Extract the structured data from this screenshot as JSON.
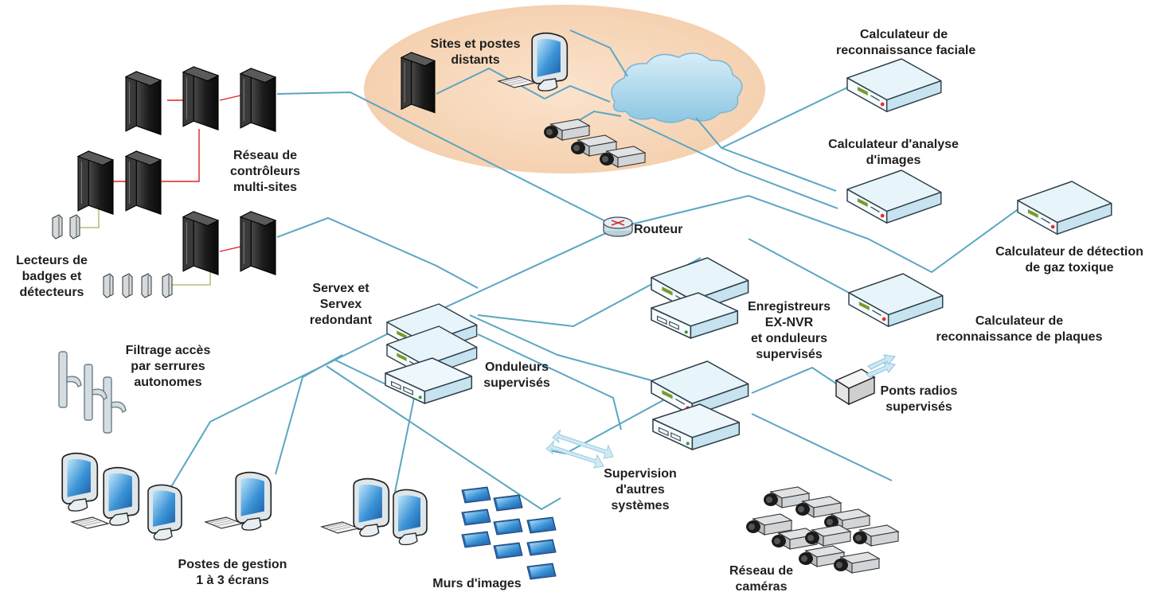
{
  "labels": {
    "remote_sites": [
      "Sites et postes",
      "distants"
    ],
    "face_calc": [
      "Calculateur de",
      "reconnaissance faciale"
    ],
    "image_calc": [
      "Calculateur d'analyse",
      "d'images"
    ],
    "gas_calc": [
      "Calculateur de détection",
      "de gaz toxique"
    ],
    "plate_calc": [
      "Calculateur de",
      "reconnaissance de plaques"
    ],
    "controllers": [
      "Réseau de",
      "contrôleurs",
      "multi-sites"
    ],
    "readers": [
      "Lecteurs de",
      "badges et",
      "détecteurs"
    ],
    "router": "Routeur",
    "servex": [
      "Servex et",
      "Servex",
      "redondant"
    ],
    "ups": [
      "Onduleurs",
      "supervisés"
    ],
    "recorders": [
      "Enregistreurs",
      "EX-NVR",
      "et onduleurs",
      "supervisés"
    ],
    "locks": [
      "Filtrage accès",
      "par serrures",
      "autonomes"
    ],
    "radio": [
      "Ponts radios",
      "supervisés"
    ],
    "supervision": [
      "Supervision",
      "d'autres",
      "systèmes"
    ],
    "workstations": [
      "Postes de gestion",
      "1 à 3 écrans"
    ],
    "video_walls": "Murs d'images",
    "cameras": [
      "Réseau de",
      "caméras"
    ]
  },
  "colors": {
    "connection_line": "#5aa6c4",
    "controller_link": "#e02020",
    "reader_link": "#9ab85a",
    "remote_zone": "#f8d9bd",
    "cloud": "#a9d6ea",
    "device_top": "#e4f4fb"
  }
}
